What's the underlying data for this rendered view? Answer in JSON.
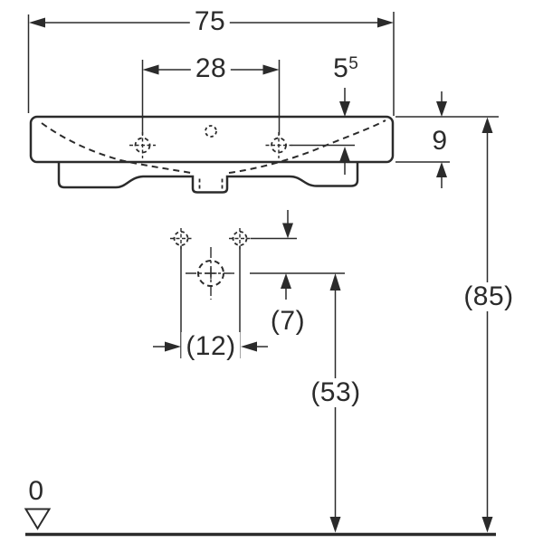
{
  "colors": {
    "ink": "#2b2b2b",
    "paper": "#ffffff"
  },
  "figure": {
    "kind": "washbasin front elevation technical drawing",
    "dims": {
      "overall_width": "75",
      "tap_hole_spacing": "28",
      "deck_depth_main": "5",
      "deck_depth_sup": "5",
      "rim_height": "9",
      "overall_height": "(85)",
      "fixing_hole_spacing": "(12)",
      "fixing_to_outlet": "(7)",
      "outlet_height": "(53)",
      "floor_datum": "0"
    }
  }
}
